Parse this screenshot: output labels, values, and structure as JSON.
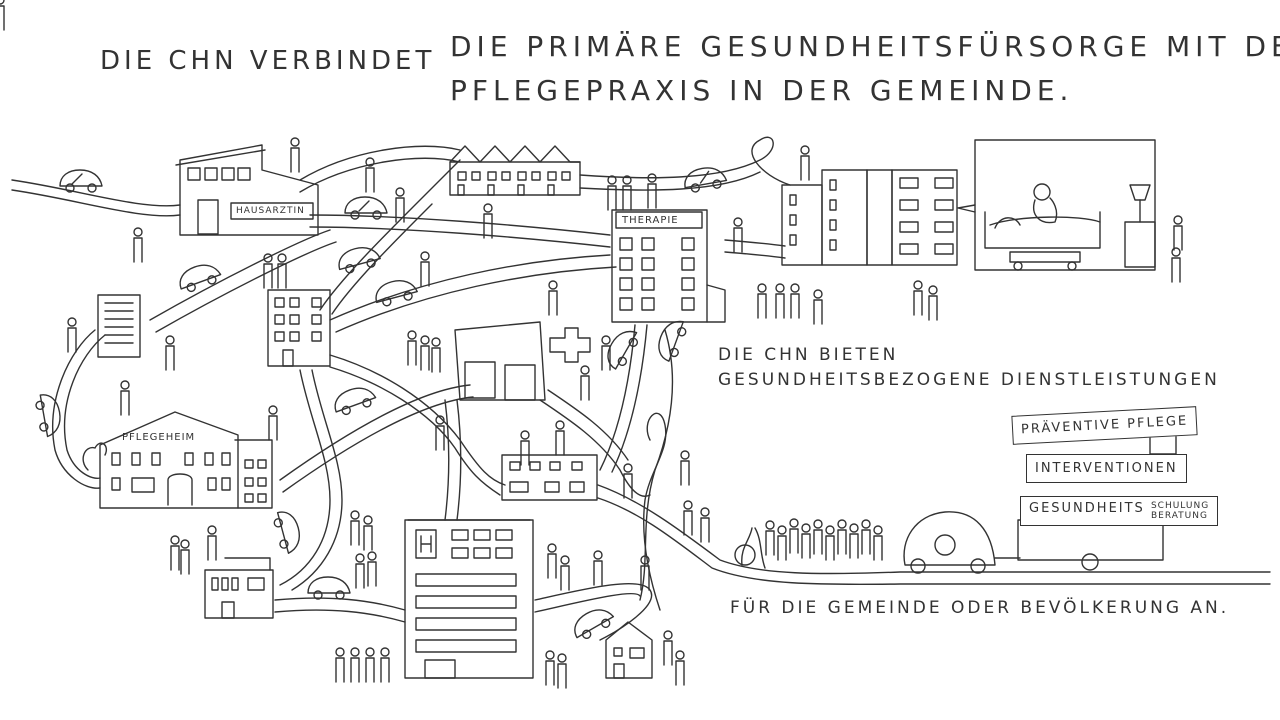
{
  "title": {
    "part1": "Die CHN verbindet",
    "part2": "die primäre Gesundheitsfürsorge mit der",
    "part3": "Pflegepraxis in der Gemeinde."
  },
  "signs": {
    "hausarztin": "Hausarztin",
    "therapie": "Therapie",
    "pflegeheim": "Pflegeheim"
  },
  "services": {
    "intro_line1": "Die CHN bieten",
    "intro_line2": "Gesundheitsbezogene Dienstleistungen",
    "items": [
      "Präventive Pflege",
      "Interventionen",
      "Gesundheits"
    ],
    "item3_small": [
      "Schulung",
      "Beratung"
    ],
    "outro": "für die Gemeinde oder Bevölkerung an."
  }
}
